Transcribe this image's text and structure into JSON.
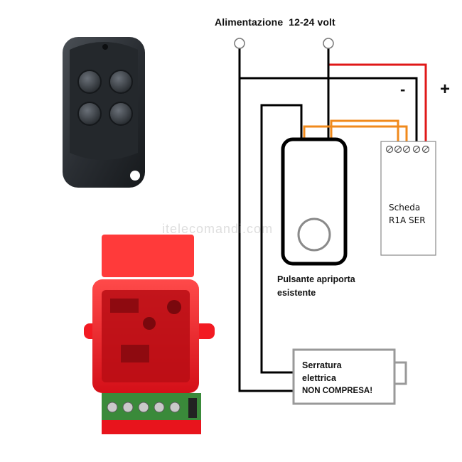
{
  "title": "Alimentazione  12-24 volt",
  "polarity": {
    "negative": "-",
    "positive": "+"
  },
  "board": {
    "line1": "Scheda",
    "line2": "R1A SER"
  },
  "button": {
    "line1": "Pulsante apriporta",
    "line2": "esistente"
  },
  "lock": {
    "line1": "Serratura",
    "line2": "elettrica",
    "line3": "NON COMPRESA!"
  },
  "watermark": "itelecomandi.com",
  "colors": {
    "negative_wire": "#000000",
    "positive_wire": "#e01818",
    "signal_wire": "#f08a1c",
    "receiver_case": "#e8141c",
    "terminal_block": "#3a8a3a"
  },
  "icons": [
    "remote-control-icon",
    "receiver-module-icon"
  ]
}
